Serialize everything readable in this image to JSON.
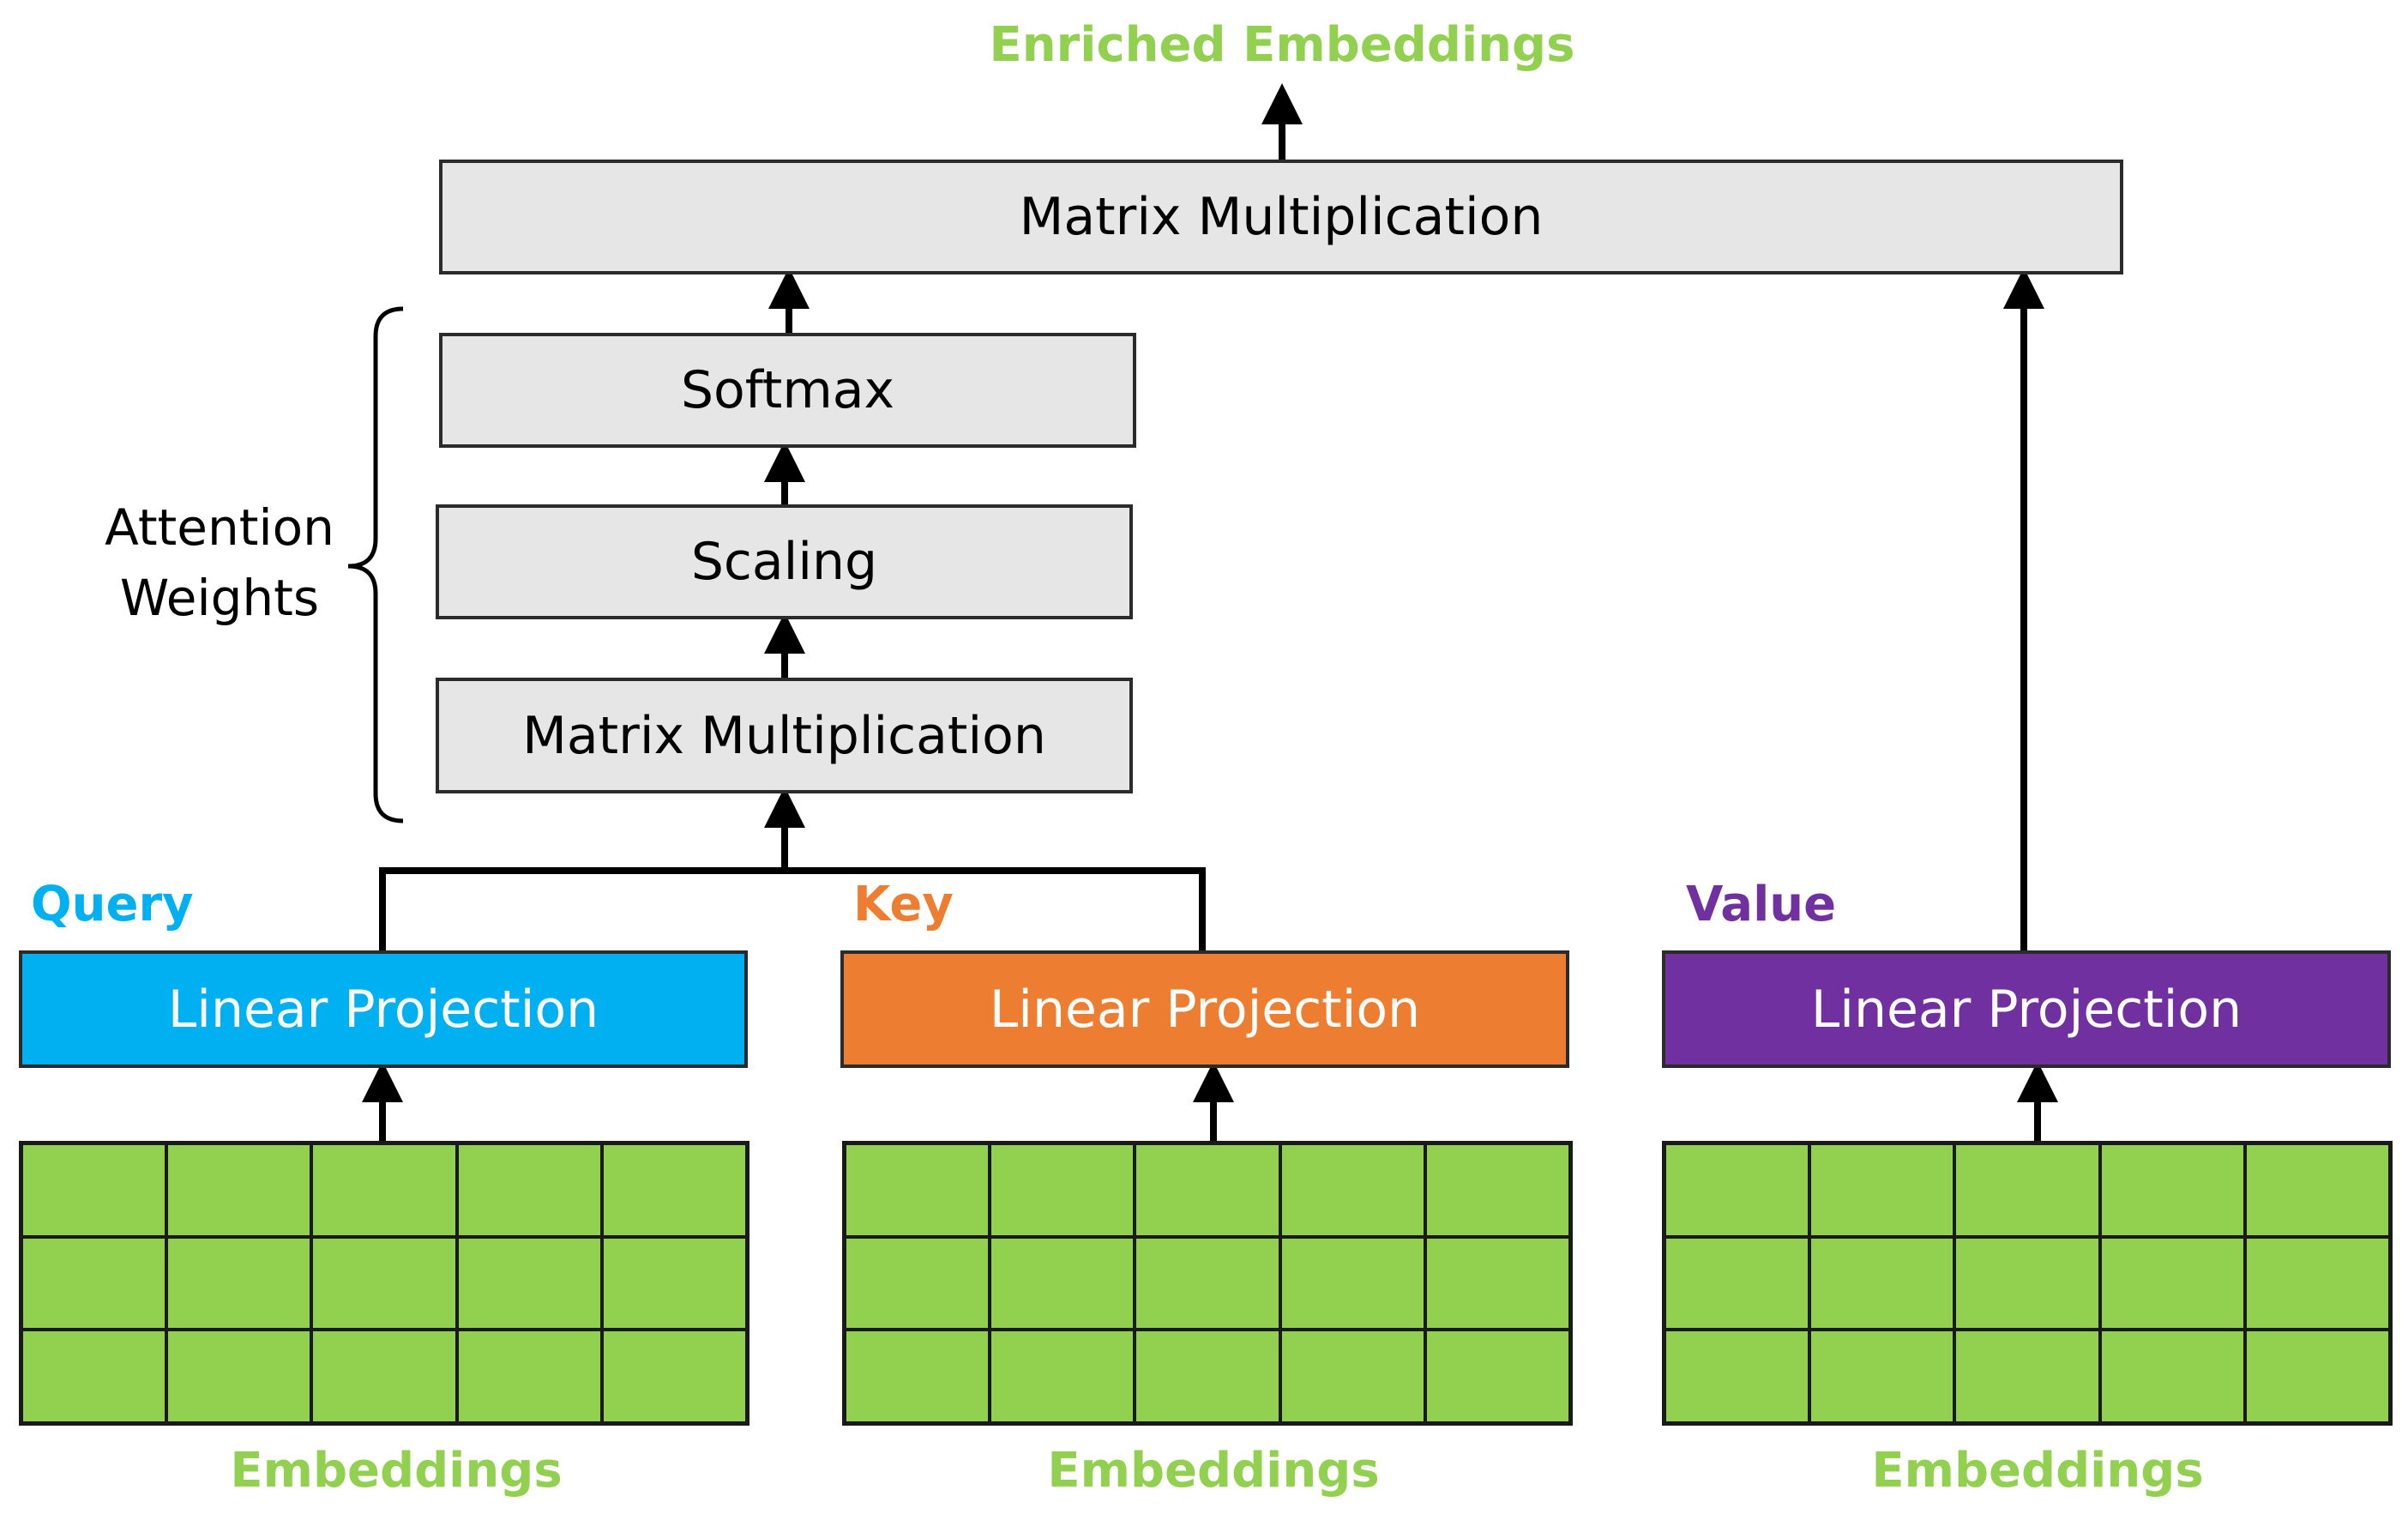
{
  "output_label": "Enriched Embeddings",
  "top_matmul": "Matrix Multiplication",
  "softmax": "Softmax",
  "scaling": "Scaling",
  "inner_matmul": "Matrix Multiplication",
  "bracket_label": [
    "Attention",
    "Weights"
  ],
  "branches": [
    {
      "name": "Query",
      "projection": "Linear Projection",
      "embeddings": "Embeddings",
      "color": "#00b0f0"
    },
    {
      "name": "Key",
      "projection": "Linear Projection",
      "embeddings": "Embeddings",
      "color": "#ed7d31"
    },
    {
      "name": "Value",
      "projection": "Linear Projection",
      "embeddings": "Embeddings",
      "color": "#7030a0"
    }
  ],
  "colors": {
    "embedding_green": "#92d050",
    "box_gray": "#e7e6e6",
    "label_green": "#92d050"
  },
  "grid": {
    "rows": 3,
    "cols": 5
  }
}
